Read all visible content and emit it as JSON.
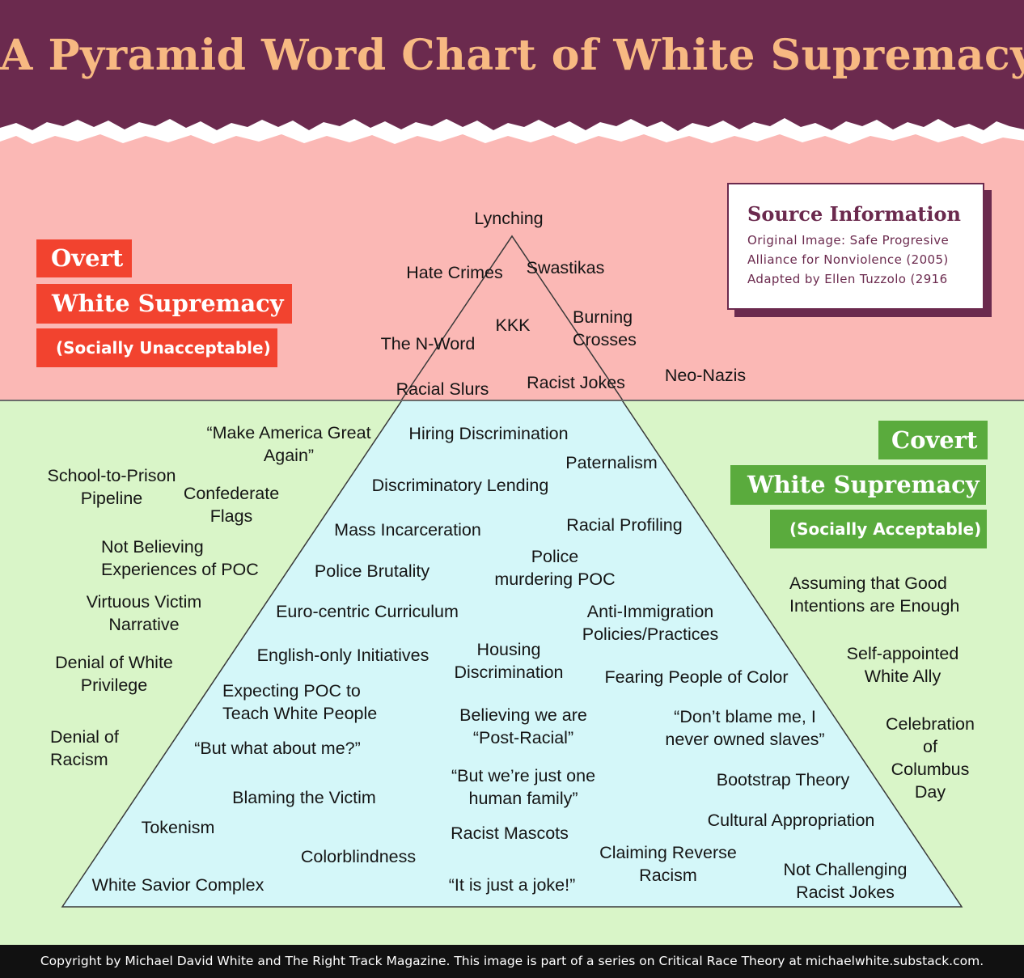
{
  "title": "A Pyramid Word Chart of White Supremacy",
  "overt_label": {
    "line1": "Overt",
    "line2": "White Supremacy",
    "line3": "(Socially Unacceptable)"
  },
  "covert_label": {
    "line1": "Covert",
    "line2": "White Supremacy",
    "line3": "(Socially Acceptable)"
  },
  "source_info": {
    "title": "Source Information",
    "line1": "Original Image: Safe Progresive",
    "line2": "Alliance for Nonviolence (2005)",
    "line3": "Adapted by Ellen Tuzzolo (2916"
  },
  "overt_terms": [
    "Lynching",
    "Hate Crimes",
    "Swastikas",
    "KKK",
    "Burning\nCrosses",
    "The N-Word",
    "Racial Slurs",
    "Racist Jokes",
    "Neo-Nazis"
  ],
  "covert_terms": [
    "“Make America Great\nAgain”",
    "Hiring Discrimination",
    "School-to-Prison\nPipeline",
    "Confederate\nFlags",
    "Paternalism",
    "Discriminatory Lending",
    "Not Believing\nExperiences of POC",
    "Mass Incarceration",
    "Racial Profiling",
    "Police Brutality",
    "Police\nmurdering POC",
    "Virtuous Victim\nNarrative",
    "Euro-centric Curriculum",
    "Anti-Immigration\nPolicies/Practices",
    "Assuming that Good\nIntentions are Enough",
    "Denial of White\nPrivilege",
    "English-only Initiatives",
    "Housing\nDiscrimination",
    "Fearing People of Color",
    "Self-appointed\nWhite Ally",
    "Expecting POC to\nTeach White People",
    "Believing we are\n“Post-Racial”",
    "“Don’t blame me, I\nnever owned slaves”",
    "Celebration of\nColumbus Day",
    "Denial of\nRacism",
    "“But what about me?”",
    "“But we’re just one\nhuman family”",
    "Bootstrap Theory",
    "Blaming the Victim",
    "Cultural Appropriation",
    "Tokenism",
    "Racist Mascots",
    "Claiming Reverse\nRacism",
    "Colorblindness",
    "Not Challenging\nRacist Jokes",
    "White Savior Complex",
    "“It is just a joke!”"
  ],
  "footer": "Copyright by Michael David White and The Right Track Magazine. This image is part of a series on Critical Race Theory at michaelwhite.substack.com.",
  "colors": {
    "header": "#6b2a4e",
    "title": "#f7b982",
    "overt_bg": "#fbb8b5",
    "covert_bg": "#d9f5c8",
    "pyramid_fill": "#d4f7f9",
    "overt_tag": "#f2432f",
    "covert_tag": "#5aab3d",
    "footer_bg": "#111111"
  }
}
